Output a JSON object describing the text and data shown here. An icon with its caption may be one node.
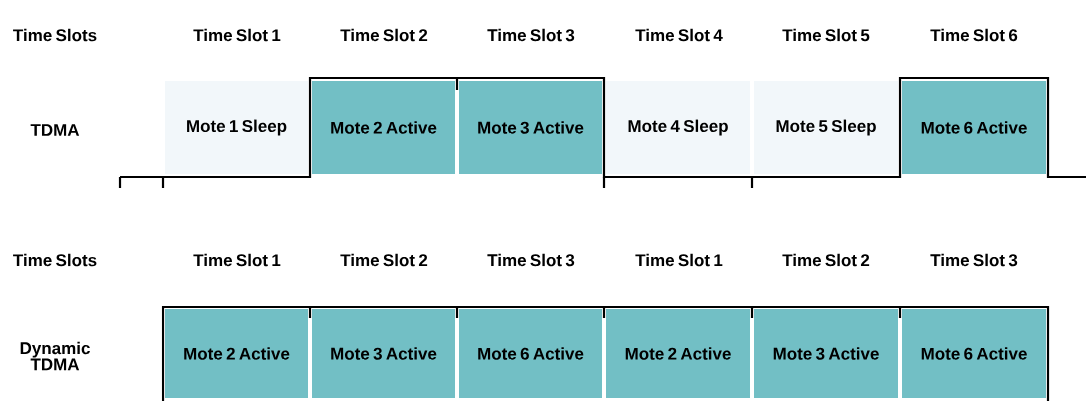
{
  "diagram": {
    "nodes": [
      {
        "text": [
          "Mote 1 Sleep"
        ]
      },
      {
        "text": [
          "Mote 2 Active"
        ]
      },
      {
        "text": [
          "Mote 3 Active"
        ]
      },
      {
        "text": [
          "Mote 4 Sleep"
        ]
      },
      {
        "text": [
          "Mote 5 Sleep"
        ]
      },
      {
        "text": [
          "Mote 6 Active"
        ]
      },
      {
        "text": [
          "Mote 2 Active"
        ]
      },
      {
        "text": [
          "Mote 3 Active"
        ]
      },
      {
        "text": [
          "Mote 6 Active"
        ]
      },
      {
        "text": [
          "Mote 2 Active"
        ]
      },
      {
        "text": [
          "Mote 3 Active"
        ]
      },
      {
        "text": [
          "Mote 6 Active"
        ]
      }
    ],
    "labels": [
      "Time Slots",
      "Time Slot 1",
      "Time Slot 2",
      "Time Slot 3",
      "Time Slot 4",
      "Time Slot 5",
      "Time Slot 6",
      "TDMA",
      "Time Slots",
      "Time Slot 1",
      "Time Slot 2",
      "Time Slot 3",
      "Time Slot 1",
      "Time Slot 2",
      "Time Slot 3",
      "Dynamic TDMA"
    ]
  }
}
